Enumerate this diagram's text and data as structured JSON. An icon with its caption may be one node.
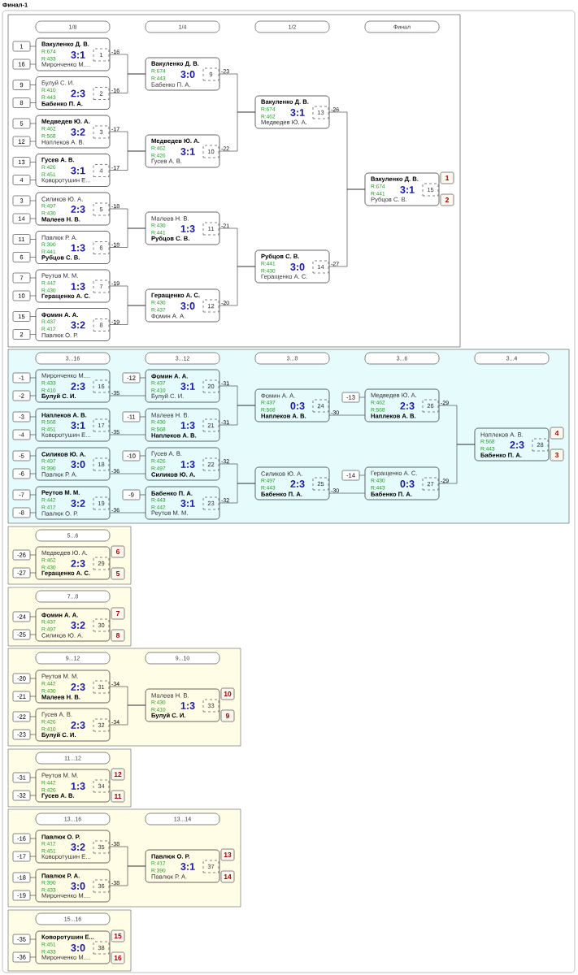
{
  "diagram": {
    "title": "Финал-1",
    "nodes": [
      {
        "text": [],
        "shape": "box"
      },
      {
        "text": [
          "1/8"
        ],
        "in": 0
      },
      {
        "text": [
          "1/4"
        ],
        "in": 0
      },
      {
        "text": [
          "1/2"
        ],
        "in": 0
      },
      {
        "text": [
          "Финал"
        ],
        "in": 0
      },
      {
        "text": [
          "1"
        ],
        "in": 0
      },
      {
        "text": [
          "16"
        ],
        "in": 0
      },
      {
        "text": [
          "Вакуленко Д. В.",
          "R:674",
          "3:1",
          "R:433",
          "Миронченко М...."
        ],
        "in": 0,
        "beside": [
          "-16"
        ]
      },
      {
        "text": [
          "1"
        ],
        "in": 7
      },
      {
        "text": [
          "9"
        ],
        "in": 0
      },
      {
        "text": [
          "8"
        ],
        "in": 0
      },
      {
        "text": [
          "Булуй С. И.",
          "R:410",
          "2:3",
          "R:443",
          "Бабенко П. А."
        ],
        "in": 0,
        "beside": [
          "-16"
        ]
      },
      {
        "text": [
          "2"
        ],
        "in": 11
      },
      {
        "text": [
          "5"
        ],
        "in": 0
      },
      {
        "text": [
          "12"
        ],
        "in": 0
      },
      {
        "text": [
          "Медведев Ю. А.",
          "R:462",
          "3:2",
          "R:568",
          "Наплеков А. В."
        ],
        "in": 0,
        "beside": [
          "-17"
        ]
      },
      {
        "text": [
          "3"
        ],
        "in": 15
      },
      {
        "text": [
          "13"
        ],
        "in": 0
      },
      {
        "text": [
          "4"
        ],
        "in": 0
      },
      {
        "text": [
          "Гусев А. В.",
          "R:426",
          "3:1",
          "R:451",
          "Коворотушин Е..."
        ],
        "in": 0,
        "beside": [
          "-17"
        ]
      },
      {
        "text": [
          "4"
        ],
        "in": 19
      },
      {
        "text": [
          "3"
        ],
        "in": 0
      },
      {
        "text": [
          "14"
        ],
        "in": 0
      },
      {
        "text": [
          "Силиков Ю. А.",
          "R:497",
          "2:3",
          "R:430",
          "Малеев Н. В."
        ],
        "in": 0,
        "beside": [
          "-18"
        ]
      },
      {
        "text": [
          "5"
        ],
        "in": 23
      },
      {
        "text": [
          "11"
        ],
        "in": 0
      },
      {
        "text": [
          "6"
        ],
        "in": 0
      },
      {
        "text": [
          "Павлюк Р. А.",
          "R:390",
          "1:3",
          "R:441",
          "Рубцов С. В."
        ],
        "in": 0,
        "beside": [
          "-18"
        ]
      },
      {
        "text": [
          "6"
        ],
        "in": 27
      },
      {
        "text": [
          "7"
        ],
        "in": 0
      },
      {
        "text": [
          "10"
        ],
        "in": 0
      },
      {
        "text": [
          "Реутов М. М.",
          "R:442",
          "1:3",
          "R:430",
          "Геращенко А. С."
        ],
        "in": 0,
        "beside": [
          "-19"
        ]
      },
      {
        "text": [
          "7"
        ],
        "in": 31
      },
      {
        "text": [
          "15"
        ],
        "in": 0
      },
      {
        "text": [
          "2"
        ],
        "in": 0
      },
      {
        "text": [
          "Фомин А. А.",
          "R:437",
          "3:2",
          "R:412",
          "Павлюк О. Р."
        ],
        "in": 0,
        "beside": [
          "-19"
        ]
      },
      {
        "text": [
          "8"
        ],
        "in": 35
      },
      {
        "text": [
          "Вакуленко Д. В.",
          "R:674",
          "3:0",
          "R:443",
          "Бабенко П. А."
        ],
        "in": 0,
        "beside": [
          "-23"
        ]
      },
      {
        "text": [
          "9"
        ],
        "in": 37
      },
      {
        "text": [
          "Медведев Ю. А.",
          "R:462",
          "3:1",
          "R:426",
          "Гусев А. В."
        ],
        "in": 0,
        "beside": [
          "-22"
        ]
      },
      {
        "text": [
          "10"
        ],
        "in": 39
      },
      {
        "text": [
          "Малеев Н. В.",
          "R:430",
          "1:3",
          "R:441",
          "Рубцов С. В."
        ],
        "in": 0,
        "beside": [
          "-21"
        ]
      },
      {
        "text": [
          "11"
        ],
        "in": 41
      },
      {
        "text": [
          "Геращенко А. С.",
          "R:430",
          "3:0",
          "R:437",
          "Фомин А. А."
        ],
        "in": 0,
        "beside": [
          "-20"
        ]
      },
      {
        "text": [
          "12"
        ],
        "in": 43
      },
      {
        "text": [
          "Вакуленко Д. В.",
          "R:674",
          "3:1",
          "R:462",
          "Медведев Ю. А."
        ],
        "in": 0,
        "beside": [
          "-26"
        ]
      },
      {
        "text": [
          "13"
        ],
        "in": 45
      },
      {
        "text": [
          "Рубцов С. В.",
          "R:441",
          "3:0",
          "R:430",
          "Геращенко А. С."
        ],
        "in": 0,
        "beside": [
          "-27"
        ]
      },
      {
        "text": [
          "14"
        ],
        "in": 47
      },
      {
        "text": [
          "Вакуленко Д. В.",
          "R:674",
          "3:1",
          "R:441",
          "Рубцов С. В."
        ],
        "in": 0
      },
      {
        "text": [
          "15"
        ],
        "in": 49
      },
      {
        "text": [
          "1"
        ],
        "in": 0
      },
      {
        "text": [
          "2"
        ],
        "in": 0
      },
      {
        "text": [],
        "shape": "box"
      },
      {
        "text": [
          "3...16"
        ],
        "in": 53
      },
      {
        "text": [
          "3...12"
        ],
        "in": 53
      },
      {
        "text": [
          "3...8"
        ],
        "in": 53
      },
      {
        "text": [
          "3...6"
        ],
        "in": 53
      },
      {
        "text": [
          "3...4"
        ],
        "in": 53
      },
      {
        "text": [
          "-1"
        ],
        "in": 53
      },
      {
        "text": [
          "-2"
        ],
        "in": 53
      },
      {
        "text": [
          "Миронченко М....",
          "R:433",
          "2:3",
          "R:410",
          "Булуй С. И."
        ],
        "in": 53,
        "beside": [
          "-35"
        ]
      },
      {
        "text": [
          "16"
        ],
        "in": 61
      },
      {
        "text": [
          "-3"
        ],
        "in": 53
      },
      {
        "text": [
          "-4"
        ],
        "in": 53
      },
      {
        "text": [
          "Наплеков А. В.",
          "R:568",
          "3:1",
          "R:451",
          "Коворотушин Е..."
        ],
        "in": 53,
        "beside": [
          "-35"
        ]
      },
      {
        "text": [
          "17"
        ],
        "in": 65
      },
      {
        "text": [
          "-5"
        ],
        "in": 53
      },
      {
        "text": [
          "-6"
        ],
        "in": 53
      },
      {
        "text": [
          "Силиков Ю. А.",
          "R:497",
          "3:0",
          "R:390",
          "Павлюк Р. А."
        ],
        "in": 53,
        "beside": [
          "-36"
        ]
      },
      {
        "text": [
          "18"
        ],
        "in": 69
      },
      {
        "text": [
          "-7"
        ],
        "in": 53
      },
      {
        "text": [
          "-8"
        ],
        "in": 53
      },
      {
        "text": [
          "Реутов М. М.",
          "R:442",
          "3:2",
          "R:412",
          "Павлюк О. Р."
        ],
        "in": 53,
        "beside": [
          "-36"
        ]
      },
      {
        "text": [
          "19"
        ],
        "in": 73
      },
      {
        "text": [
          "-12"
        ],
        "in": 53
      },
      {
        "text": [
          "Фомин А. А.",
          "R:437",
          "3:1",
          "R:410",
          "Булуй С. И."
        ],
        "in": 53,
        "beside": [
          "-31"
        ]
      },
      {
        "text": [
          "20"
        ],
        "in": 76
      },
      {
        "text": [
          "-11"
        ],
        "in": 53
      },
      {
        "text": [
          "Малеев Н. В.",
          "R:430",
          "1:3",
          "R:568",
          "Наплеков А. В."
        ],
        "in": 53,
        "beside": [
          "-31"
        ]
      },
      {
        "text": [
          "21"
        ],
        "in": 79
      },
      {
        "text": [
          "-10"
        ],
        "in": 53
      },
      {
        "text": [
          "Гусев А. В.",
          "R:426",
          "1:3",
          "R:497",
          "Силиков Ю. А."
        ],
        "in": 53,
        "beside": [
          "-32"
        ]
      },
      {
        "text": [
          "22"
        ],
        "in": 82
      },
      {
        "text": [
          "-9"
        ],
        "in": 53
      },
      {
        "text": [
          "Бабенко П. А.",
          "R:443",
          "3:1",
          "R:442",
          "Реутов М. М."
        ],
        "in": 53,
        "beside": [
          "-32"
        ]
      },
      {
        "text": [
          "23"
        ],
        "in": 85
      },
      {
        "text": [
          "Фомин А. А.",
          "R:437",
          "0:3",
          "R:568",
          "Наплеков А. В."
        ],
        "in": 53,
        "beside": [
          "-30"
        ]
      },
      {
        "text": [
          "24"
        ],
        "in": 87
      },
      {
        "text": [
          "Силиков Ю. А.",
          "R:497",
          "2:3",
          "R:443",
          "Бабенко П. А."
        ],
        "in": 53,
        "beside": [
          "-30"
        ]
      },
      {
        "text": [
          "25"
        ],
        "in": 89
      },
      {
        "text": [
          "-13"
        ],
        "in": 53
      },
      {
        "text": [
          "Медведев Ю. А.",
          "R:462",
          "2:3",
          "R:568",
          "Наплеков А. В."
        ],
        "in": 53,
        "beside": [
          "-29"
        ]
      },
      {
        "text": [
          "26"
        ],
        "in": 92
      },
      {
        "text": [
          "-14"
        ],
        "in": 53
      },
      {
        "text": [
          "Геращенко А. С.",
          "R:430",
          "0:3",
          "R:443",
          "Бабенко П. А."
        ],
        "in": 53,
        "beside": [
          "-29"
        ]
      },
      {
        "text": [
          "27"
        ],
        "in": 95
      },
      {
        "text": [
          "Наплеков А. В.",
          "R:568",
          "2:3",
          "R:443",
          "Бабенко П. А."
        ],
        "in": 53
      },
      {
        "text": [
          "28"
        ],
        "in": 97
      },
      {
        "text": [
          "4"
        ],
        "in": 53
      },
      {
        "text": [
          "3"
        ],
        "in": 53
      },
      {
        "text": [],
        "shape": "box"
      },
      {
        "text": [
          "5...6"
        ],
        "in": 101
      },
      {
        "text": [
          "-26"
        ],
        "in": 101
      },
      {
        "text": [
          "-27"
        ],
        "in": 101
      },
      {
        "text": [
          "Медведев Ю. А.",
          "R:462",
          "2:3",
          "R:430",
          "Геращенко А. С."
        ],
        "in": 101
      },
      {
        "text": [
          "29"
        ],
        "in": 105
      },
      {
        "text": [
          "6"
        ],
        "in": 101
      },
      {
        "text": [
          "5"
        ],
        "in": 101
      },
      {
        "text": [],
        "shape": "box"
      },
      {
        "text": [
          "7...8"
        ],
        "in": 109
      },
      {
        "text": [
          "-24"
        ],
        "in": 109
      },
      {
        "text": [
          "-25"
        ],
        "in": 109
      },
      {
        "text": [
          "Фомин А. А.",
          "R:437",
          "3:2",
          "R:497",
          "Силиков Ю. А."
        ],
        "in": 109
      },
      {
        "text": [
          "30"
        ],
        "in": 113
      },
      {
        "text": [
          "7"
        ],
        "in": 109
      },
      {
        "text": [
          "8"
        ],
        "in": 109
      },
      {
        "text": [],
        "shape": "box"
      },
      {
        "text": [
          "9...12"
        ],
        "in": 117
      },
      {
        "text": [
          "9...10"
        ],
        "in": 117
      },
      {
        "text": [
          "-20"
        ],
        "in": 117
      },
      {
        "text": [
          "-21"
        ],
        "in": 117
      },
      {
        "text": [
          "Реутов М. М.",
          "R:442",
          "2:3",
          "R:430",
          "Малеев Н. В."
        ],
        "in": 117,
        "beside": [
          "-34"
        ]
      },
      {
        "text": [
          "31"
        ],
        "in": 122
      },
      {
        "text": [
          "-22"
        ],
        "in": 117
      },
      {
        "text": [
          "-23"
        ],
        "in": 117
      },
      {
        "text": [
          "Гусев А. В.",
          "R:426",
          "2:3",
          "R:410",
          "Булуй С. И."
        ],
        "in": 117,
        "beside": [
          "-34"
        ]
      },
      {
        "text": [
          "32"
        ],
        "in": 126
      },
      {
        "text": [
          "Малеев Н. В.",
          "R:430",
          "1:3",
          "R:410",
          "Булуй С. И."
        ],
        "in": 117
      },
      {
        "text": [
          "33"
        ],
        "in": 128
      },
      {
        "text": [
          "10"
        ],
        "in": 117
      },
      {
        "text": [
          "9"
        ],
        "in": 117
      },
      {
        "text": [],
        "shape": "box"
      },
      {
        "text": [
          "11...12"
        ],
        "in": 132
      },
      {
        "text": [
          "-31"
        ],
        "in": 132
      },
      {
        "text": [
          "-32"
        ],
        "in": 132
      },
      {
        "text": [
          "Реутов М. М.",
          "R:442",
          "1:3",
          "R:426",
          "Гусев А. В."
        ],
        "in": 132
      },
      {
        "text": [
          "34"
        ],
        "in": 136
      },
      {
        "text": [
          "12"
        ],
        "in": 132
      },
      {
        "text": [
          "11"
        ],
        "in": 132
      },
      {
        "text": [],
        "shape": "box"
      },
      {
        "text": [
          "13...16"
        ],
        "in": 140
      },
      {
        "text": [
          "13...14"
        ],
        "in": 140
      },
      {
        "text": [
          "-16"
        ],
        "in": 140
      },
      {
        "text": [
          "-17"
        ],
        "in": 140
      },
      {
        "text": [
          "Павлюк О. Р.",
          "R:412",
          "3:2",
          "R:451",
          "Коворотушин Е..."
        ],
        "in": 140,
        "beside": [
          "-38"
        ]
      },
      {
        "text": [
          "35"
        ],
        "in": 145
      },
      {
        "text": [
          "-18"
        ],
        "in": 140
      },
      {
        "text": [
          "-19"
        ],
        "in": 140
      },
      {
        "text": [
          "Павлюк Р. А.",
          "R:390",
          "3:0",
          "R:433",
          "Миронченко М...."
        ],
        "in": 140,
        "beside": [
          "-38"
        ]
      },
      {
        "text": [
          "36"
        ],
        "in": 149
      },
      {
        "text": [
          "Павлюк О. Р.",
          "R:412",
          "3:1",
          "R:390",
          "Павлюк Р. А."
        ],
        "in": 140
      },
      {
        "text": [
          "37"
        ],
        "in": 151
      },
      {
        "text": [
          "13"
        ],
        "in": 140
      },
      {
        "text": [
          "14"
        ],
        "in": 140
      },
      {
        "text": [],
        "shape": "box"
      },
      {
        "text": [
          "15...16"
        ],
        "in": 155
      },
      {
        "text": [
          "-35"
        ],
        "in": 155
      },
      {
        "text": [
          "-36"
        ],
        "in": 155
      },
      {
        "text": [
          "Коворотушин Е...",
          "R:451",
          "3:0",
          "R:433",
          "Миронченко М...."
        ],
        "in": 155
      },
      {
        "text": [
          "38"
        ],
        "in": 159
      },
      {
        "text": [
          "15"
        ],
        "in": 155
      },
      {
        "text": [
          "16"
        ],
        "in": 155
      }
    ],
    "edges": [
      {
        "from": 5,
        "to": 7,
        "arrow": "none"
      },
      {
        "from": 6,
        "to": 7,
        "arrow": "none"
      },
      {
        "from": 9,
        "to": 11,
        "arrow": "none"
      },
      {
        "from": 10,
        "to": 11,
        "arrow": "none"
      },
      {
        "from": 13,
        "to": 15,
        "arrow": "none"
      },
      {
        "from": 14,
        "to": 15,
        "arrow": "none"
      },
      {
        "from": 17,
        "to": 19,
        "arrow": "none"
      },
      {
        "from": 18,
        "to": 19,
        "arrow": "none"
      },
      {
        "from": 21,
        "to": 23,
        "arrow": "none"
      },
      {
        "from": 22,
        "to": 23,
        "arrow": "none"
      },
      {
        "from": 25,
        "to": 27,
        "arrow": "none"
      },
      {
        "from": 26,
        "to": 27,
        "arrow": "none"
      },
      {
        "from": 29,
        "to": 31,
        "arrow": "none"
      },
      {
        "from": 30,
        "to": 31,
        "arrow": "none"
      },
      {
        "from": 33,
        "to": 35,
        "arrow": "none"
      },
      {
        "from": 34,
        "to": 35,
        "arrow": "none"
      },
      {
        "from": 7,
        "to": 37,
        "arrow": "none"
      },
      {
        "from": 11,
        "to": 37,
        "arrow": "none"
      },
      {
        "from": 15,
        "to": 39,
        "arrow": "none"
      },
      {
        "from": 19,
        "to": 39,
        "arrow": "none"
      },
      {
        "from": 23,
        "to": 41,
        "arrow": "none"
      },
      {
        "from": 27,
        "to": 41,
        "arrow": "none"
      },
      {
        "from": 31,
        "to": 43,
        "arrow": "none"
      },
      {
        "from": 35,
        "to": 43,
        "arrow": "none"
      },
      {
        "from": 37,
        "to": 45,
        "arrow": "none"
      },
      {
        "from": 39,
        "to": 45,
        "arrow": "none"
      },
      {
        "from": 41,
        "to": 47,
        "arrow": "none"
      },
      {
        "from": 43,
        "to": 47,
        "arrow": "none"
      },
      {
        "from": 45,
        "to": 49,
        "arrow": "none"
      },
      {
        "from": 47,
        "to": 49,
        "arrow": "none"
      },
      {
        "from": 59,
        "to": 61,
        "arrow": "none"
      },
      {
        "from": 60,
        "to": 61,
        "arrow": "none"
      },
      {
        "from": 63,
        "to": 65,
        "arrow": "none"
      },
      {
        "from": 64,
        "to": 65,
        "arrow": "none"
      },
      {
        "from": 67,
        "to": 69,
        "arrow": "none"
      },
      {
        "from": 68,
        "to": 69,
        "arrow": "none"
      },
      {
        "from": 71,
        "to": 73,
        "arrow": "none"
      },
      {
        "from": 72,
        "to": 73,
        "arrow": "none"
      },
      {
        "from": 75,
        "to": 76,
        "arrow": "none"
      },
      {
        "from": 78,
        "to": 79,
        "arrow": "none"
      },
      {
        "from": 81,
        "to": 82,
        "arrow": "none"
      },
      {
        "from": 84,
        "to": 85,
        "arrow": "none"
      },
      {
        "from": 61,
        "to": 76,
        "arrow": "none"
      },
      {
        "from": 65,
        "to": 79,
        "arrow": "none"
      },
      {
        "from": 69,
        "to": 82,
        "arrow": "none"
      },
      {
        "from": 73,
        "to": 85,
        "arrow": "none"
      },
      {
        "from": 76,
        "to": 87,
        "arrow": "none"
      },
      {
        "from": 79,
        "to": 87,
        "arrow": "none"
      },
      {
        "from": 82,
        "to": 89,
        "arrow": "none"
      },
      {
        "from": 85,
        "to": 89,
        "arrow": "none"
      },
      {
        "from": 91,
        "to": 92,
        "arrow": "none"
      },
      {
        "from": 94,
        "to": 95,
        "arrow": "none"
      },
      {
        "from": 87,
        "to": 92,
        "arrow": "none"
      },
      {
        "from": 89,
        "to": 95,
        "arrow": "none"
      },
      {
        "from": 92,
        "to": 97,
        "arrow": "none"
      },
      {
        "from": 95,
        "to": 97,
        "arrow": "none"
      },
      {
        "from": 103,
        "to": 105,
        "arrow": "none"
      },
      {
        "from": 104,
        "to": 105,
        "arrow": "none"
      },
      {
        "from": 111,
        "to": 113,
        "arrow": "none"
      },
      {
        "from": 112,
        "to": 113,
        "arrow": "none"
      },
      {
        "from": 120,
        "to": 122,
        "arrow": "none"
      },
      {
        "from": 121,
        "to": 122,
        "arrow": "none"
      },
      {
        "from": 124,
        "to": 126,
        "arrow": "none"
      },
      {
        "from": 125,
        "to": 126,
        "arrow": "none"
      },
      {
        "from": 122,
        "to": 128,
        "arrow": "none"
      },
      {
        "from": 126,
        "to": 128,
        "arrow": "none"
      },
      {
        "from": 134,
        "to": 136,
        "arrow": "none"
      },
      {
        "from": 135,
        "to": 136,
        "arrow": "none"
      },
      {
        "from": 143,
        "to": 145,
        "arrow": "none"
      },
      {
        "from": 144,
        "to": 145,
        "arrow": "none"
      },
      {
        "from": 147,
        "to": 149,
        "arrow": "none"
      },
      {
        "from": 148,
        "to": 149,
        "arrow": "none"
      },
      {
        "from": 145,
        "to": 151,
        "arrow": "none"
      },
      {
        "from": 149,
        "to": 151,
        "arrow": "none"
      },
      {
        "from": 157,
        "to": 159,
        "arrow": "none"
      },
      {
        "from": 158,
        "to": 159,
        "arrow": "none"
      }
    ]
  }
}
